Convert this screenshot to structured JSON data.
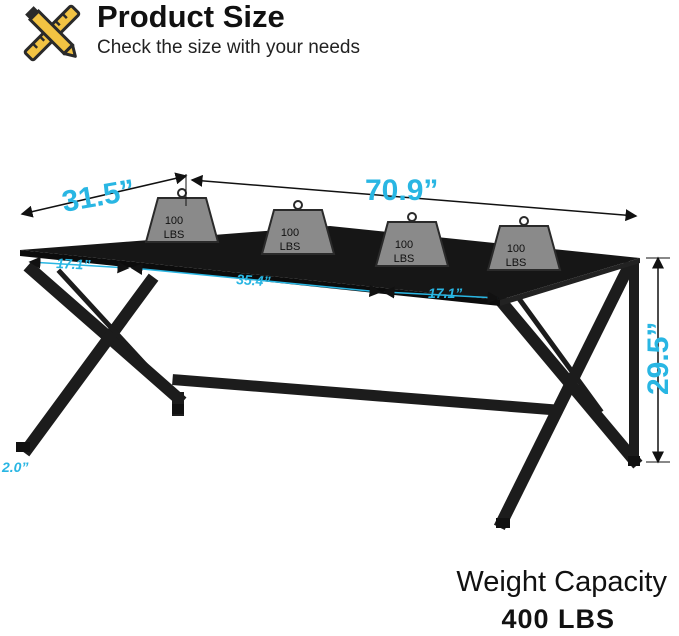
{
  "header": {
    "title": "Product Size",
    "subtitle": "Check the size with your needs",
    "icon": "ruler-pencil-icon",
    "icon_colors": {
      "fill": "#f2c343",
      "outline": "#2a2a2a"
    }
  },
  "dimensions": {
    "depth": "31.5”",
    "length": "70.9”",
    "height": "29.5”",
    "left_span": "17.1”",
    "middle_span": "35.4”",
    "right_span": "17.1”",
    "foot_height": "2.0”"
  },
  "weights": [
    {
      "value": "100",
      "unit": "LBS"
    },
    {
      "value": "100",
      "unit": "LBS"
    },
    {
      "value": "100",
      "unit": "LBS"
    },
    {
      "value": "100",
      "unit": "LBS"
    }
  ],
  "capacity": {
    "label": "Weight Capacity",
    "value": "400 LBS"
  },
  "colors": {
    "accent": "#29b6e3",
    "frame": "#1c1c1c",
    "tabletop": "#161616",
    "weight": "#8a8a8a"
  }
}
